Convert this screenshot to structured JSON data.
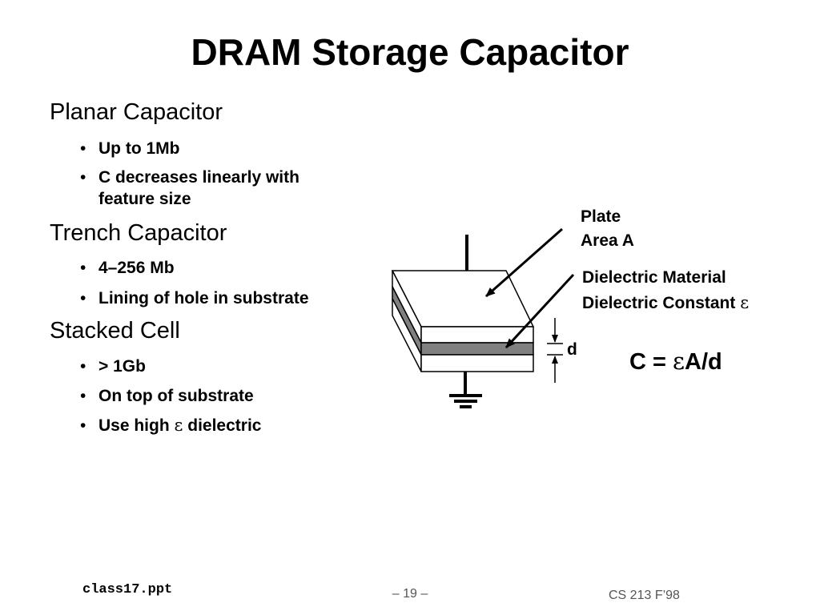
{
  "slide": {
    "title": "DRAM Storage Capacitor",
    "sections": [
      {
        "heading": "Planar Capacitor",
        "bullets": [
          "Up to 1Mb",
          "C decreases linearly with",
          "feature size"
        ]
      },
      {
        "heading": "Trench Capacitor",
        "bullets": [
          "4–256 Mb",
          "Lining of hole in substrate"
        ]
      },
      {
        "heading": "Stacked Cell",
        "bullets": [
          "> 1Gb",
          "On top of substrate",
          "Use high ",
          " dielectric"
        ]
      }
    ],
    "bullet_glyph": "•",
    "epsilon": "ε"
  },
  "diagram": {
    "plate_label_1": "Plate",
    "plate_label_2": "Area A",
    "dielectric_label_1": "Dielectric Material",
    "dielectric_label_2": "Dielectric Constant ",
    "thickness_label": "d",
    "formula_prefix": "C = ",
    "formula_suffix": "A/d"
  },
  "footer": {
    "left": "class17.ppt",
    "center": "– 19 –",
    "right": "CS 213 F’98"
  },
  "colors": {
    "dielectric_fill": "#808080",
    "ink": "#000000"
  }
}
